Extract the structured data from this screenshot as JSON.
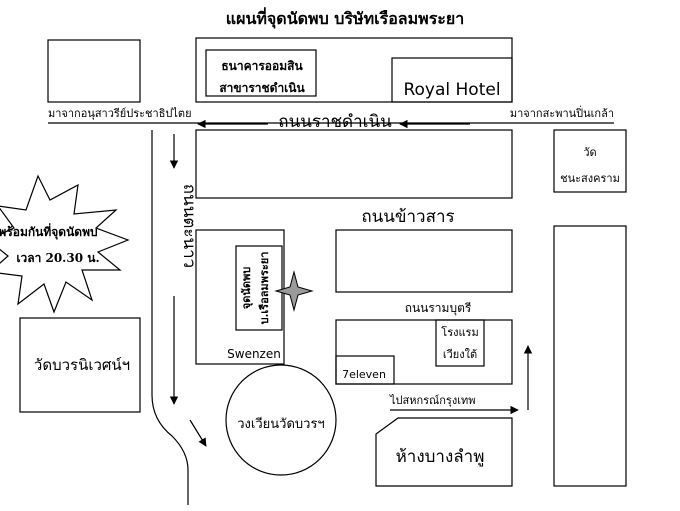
{
  "title": "แผนที่จุดนัดพบ บริษัทเรือลมพระยา",
  "colors": {
    "ink": "#000000",
    "paper": "#ffffff",
    "marker": "#9a9a9a"
  },
  "labels": {
    "bank_line1": "ธนาคารออมสิน",
    "bank_line2": "สาขาราชดำเนิน",
    "royal_hotel": "Royal Hotel",
    "from_left": "มาจากอนุสาวรีย์ประชาธิปไตย",
    "from_right": "มาจากสะพานปิ่นเกล้า",
    "road_ratchadamnoen": "ถนนราชดำเนิน",
    "wat_line1": "วัด",
    "wat_line2": "ชนะสงคราม",
    "road_khaosan": "ถนนข้าวสาร",
    "road_tanao": "ถนนตะนาว",
    "meet_line1": "พร้อมกันที่จุดนัดพบ",
    "meet_line2": "เวลา 20.30 น.",
    "meeting_point_line1": "จุดนัดพบ",
    "meeting_point_line2": "บ.เรือลมพระยา",
    "meeting_marker": "meeting-point-star",
    "road_rambuttri": "ถนนรามบุตรี",
    "hotel_line1": "โรงแรม",
    "hotel_line2": "เวียงใต้",
    "wat_bowon": "วัดบวรนิเวศน์ฯ",
    "swenzen": "Swenzen",
    "seven_eleven": "7eleven",
    "circle": "วงเวียนวัดบวรฯ",
    "to_cooperative": "ไปสหกรณ์กรุงเทพ",
    "banglamphu": "ห้างบางลำพู"
  }
}
